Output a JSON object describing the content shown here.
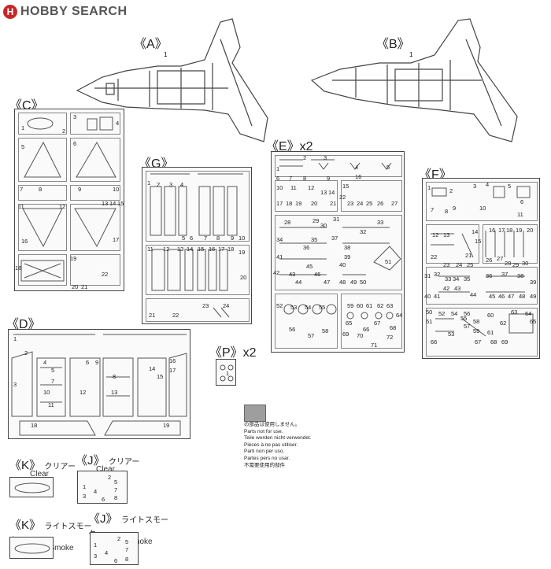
{
  "watermark": {
    "badge": "H",
    "text": "HOBBY SEARCH"
  },
  "sprues": {
    "A": {
      "label": "《A》",
      "nums": [
        "1"
      ]
    },
    "B": {
      "label": "《B》",
      "nums": [
        "1"
      ]
    },
    "C": {
      "label": "《C》",
      "nums": [
        "1",
        "2",
        "3",
        "4",
        "5",
        "6",
        "7",
        "8",
        "9",
        "10",
        "11",
        "12",
        "13",
        "14",
        "15",
        "16",
        "17",
        "18",
        "19",
        "20",
        "21",
        "22"
      ]
    },
    "G": {
      "label": "《G》",
      "nums": [
        "1",
        "2",
        "3",
        "4",
        "5",
        "6",
        "7",
        "8",
        "9",
        "10",
        "11",
        "12",
        "13",
        "14",
        "15",
        "16",
        "17",
        "18",
        "19",
        "20",
        "21",
        "22",
        "23",
        "24"
      ]
    },
    "E": {
      "label": "《E》x2",
      "nums": [
        "1",
        "2",
        "3",
        "4",
        "5",
        "6",
        "7",
        "8",
        "9",
        "10",
        "11",
        "12",
        "13",
        "14",
        "15",
        "16",
        "17",
        "18",
        "19",
        "20",
        "21",
        "22",
        "23",
        "24",
        "25",
        "26",
        "27",
        "28",
        "29",
        "30",
        "31",
        "32",
        "33",
        "34",
        "35",
        "36",
        "37",
        "38",
        "39",
        "40",
        "41",
        "42",
        "43",
        "44",
        "45",
        "46",
        "47",
        "48",
        "49",
        "50",
        "51",
        "52",
        "53",
        "54",
        "55",
        "56",
        "57",
        "58",
        "59",
        "60",
        "61",
        "62",
        "63",
        "64",
        "65",
        "66",
        "67",
        "68",
        "69",
        "70",
        "71",
        "72"
      ]
    },
    "F": {
      "label": "《F》",
      "nums": [
        "1",
        "2",
        "3",
        "4",
        "5",
        "6",
        "7",
        "8",
        "9",
        "10",
        "11",
        "12",
        "13",
        "14",
        "15",
        "16",
        "17",
        "18",
        "19",
        "20",
        "21",
        "22",
        "23",
        "24",
        "25",
        "26",
        "27",
        "28",
        "29",
        "30",
        "31",
        "32",
        "33",
        "34",
        "35",
        "36",
        "37",
        "38",
        "39",
        "40",
        "41",
        "42",
        "43",
        "44",
        "45",
        "46",
        "47",
        "48",
        "49",
        "50",
        "51",
        "52",
        "53",
        "54",
        "55",
        "56",
        "57",
        "58",
        "59",
        "60",
        "61",
        "62",
        "63",
        "64",
        "65",
        "66",
        "67",
        "68",
        "69"
      ]
    },
    "D": {
      "label": "《D》",
      "nums": [
        "1",
        "2",
        "3",
        "4",
        "5",
        "6",
        "7",
        "8",
        "9",
        "10",
        "11",
        "12",
        "13",
        "14",
        "15",
        "16",
        "17",
        "18",
        "19"
      ]
    },
    "P": {
      "label": "《P》x2",
      "nums": [
        "1"
      ]
    },
    "K1": {
      "label": "《K》",
      "jp": "クリアー",
      "en": "Clear"
    },
    "J1": {
      "label": "《J》",
      "jp": "クリアー",
      "en": "Clear",
      "nums": [
        "1",
        "2",
        "3",
        "4",
        "5",
        "6",
        "7",
        "8"
      ]
    },
    "K2": {
      "label": "《K》",
      "jp": "ライトスモーク",
      "en": "Light Smoke"
    },
    "J2": {
      "label": "《J》",
      "jp": "ライトスモーク",
      "en": "Light Smoke",
      "nums": [
        "1",
        "2",
        "3",
        "4",
        "5",
        "6",
        "7",
        "8"
      ]
    }
  },
  "notice": {
    "lines": [
      "の部品は使用しません。",
      "Parts not for use.",
      "Teile werden nicht verwendet.",
      "Pièces à ne pas utiliser.",
      "Parti non per uso.",
      "Partes pers no usar.",
      "不需要使用的部件"
    ]
  },
  "colors": {
    "line": "#444444",
    "watermark": "#c62828",
    "unused_swatch": "#9e9e9e"
  }
}
